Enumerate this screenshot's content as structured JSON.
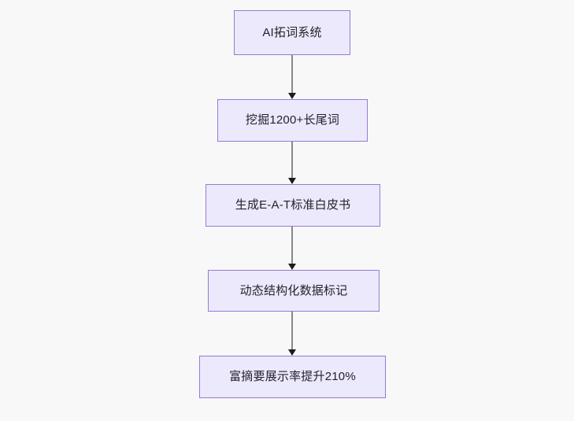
{
  "diagram": {
    "type": "flowchart",
    "direction": "top-to-bottom",
    "background_color": "#f8f8f8",
    "node_fill_color": "#ece9fc",
    "node_border_color": "#9a78d6",
    "node_text_color": "#22222c",
    "edge_color": "#888888",
    "arrowhead_color": "#1b1b1b",
    "nodes": [
      {
        "id": "n1",
        "label": "AI拓词系统"
      },
      {
        "id": "n2",
        "label": "挖掘1200+长尾词"
      },
      {
        "id": "n3",
        "label": "生成E-A-T标准白皮书"
      },
      {
        "id": "n4",
        "label": "动态结构化数据标记"
      },
      {
        "id": "n5",
        "label": "富摘要展示率提升210%"
      }
    ],
    "edges": [
      {
        "id": "e1",
        "from": "n1",
        "to": "n2",
        "arrow": "arrowhead-down-icon"
      },
      {
        "id": "e2",
        "from": "n2",
        "to": "n3",
        "arrow": "arrowhead-down-icon"
      },
      {
        "id": "e3",
        "from": "n3",
        "to": "n4",
        "arrow": "arrowhead-down-icon"
      },
      {
        "id": "e4",
        "from": "n4",
        "to": "n5",
        "arrow": "arrowhead-down-icon"
      }
    ]
  }
}
